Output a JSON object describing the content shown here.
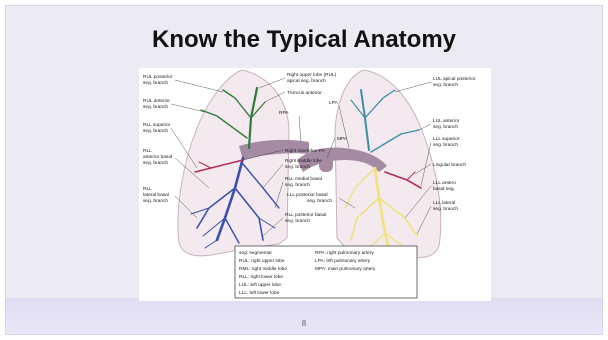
{
  "slide": {
    "title": "Know the Typical Anatomy",
    "page_number": "8"
  },
  "figure": {
    "left_labels": [
      "RUL posterior",
      "seg. branch",
      "RUL anterior",
      "seg. branch",
      "RLL superior",
      "seg. branch",
      "RLL",
      "anterior basal",
      "seg. branch",
      "RLL",
      "lateral basal",
      "seg. branch"
    ],
    "center_labels": [
      "Right upper lobe (RUL)",
      "apical seg. branch",
      "Truncus anterior",
      "RPA",
      "LPA",
      "MPA",
      "Right interlobar PA",
      "Right middle lobe",
      "seg. branch",
      "RLL medial basal",
      "seg. branch",
      "LLL posterior basal",
      "seg. branch",
      "RLL posterior basal",
      "seg. branch"
    ],
    "right_labels": [
      "LUL apical posterior",
      "seg. branch",
      "LUL anterior",
      "seg. branch",
      "LLL superior",
      "seg. branch",
      "Lingular branch",
      "LLL antero",
      "basal seg.",
      "LLL lateral",
      "seg. branch"
    ],
    "legend_left": [
      "seg: segmental",
      "RUL: right upper lobe",
      "RML: right middle lobe",
      "RLL: right lower lobe",
      "LUL: left upper lobe",
      "LLL: left lower lobe"
    ],
    "legend_right": [
      "RPA: right pulmonary artery",
      "LPA: left pulmonary artery",
      "MPA: main pulmonary artery"
    ]
  },
  "colors": {
    "slide_bg": "#ecebf3",
    "lung_fill": "#f3e9ee",
    "artery": "#a58aa3",
    "blue_branch": "#3a4fb0",
    "green_branch": "#2f7d3a",
    "yellow_branch": "#efe37a",
    "teal_branch": "#3b8fa6",
    "red_branch": "#b2305a"
  }
}
